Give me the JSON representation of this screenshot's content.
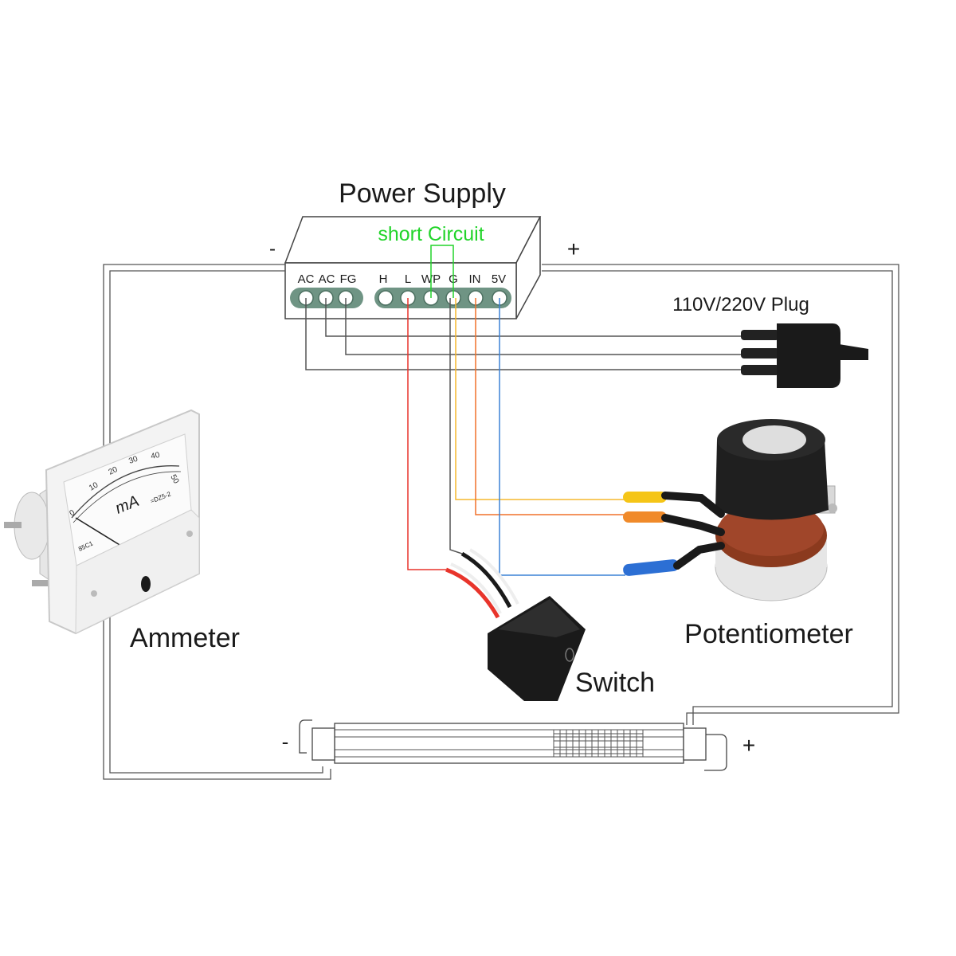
{
  "labels": {
    "power_supply": "Power Supply",
    "short_circuit": "short Circuit",
    "ps_minus": "-",
    "ps_plus": "+",
    "plug": "110V/220V Plug",
    "ammeter": "Ammeter",
    "potentiometer": "Potentiometer",
    "switch": "Switch",
    "tube_minus": "-",
    "tube_plus": "+"
  },
  "terminals": [
    "AC",
    "AC",
    "FG",
    "H",
    "L",
    "WP",
    "G",
    "IN",
    "5V"
  ],
  "ammeter": {
    "scale": [
      "0",
      "10",
      "20",
      "30",
      "40",
      "50"
    ],
    "unit": "mA",
    "model": "85C1",
    "face_text": "=DZ5-2"
  },
  "colors": {
    "wire_black": "#555555",
    "wire_red": "#e8342b",
    "wire_yellow": "#f5b82e",
    "wire_orange": "#f0702a",
    "wire_blue": "#3b82d6",
    "short_circuit": "#22d42a",
    "terminal_fill": "#6f9484"
  }
}
